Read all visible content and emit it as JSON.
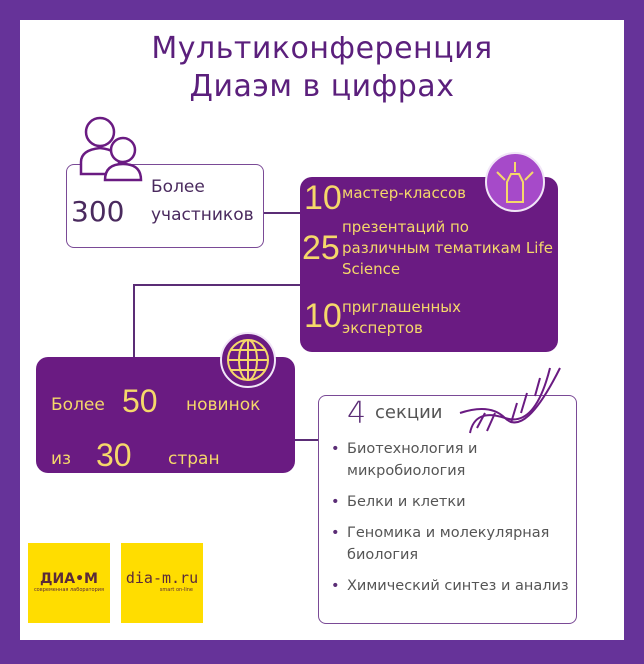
{
  "title": {
    "line1": "Мультиконференция",
    "line2": "Диаэм в цифрах"
  },
  "participants": {
    "number": "300",
    "label_top": "Более",
    "label_bottom": "участников"
  },
  "events": [
    {
      "number": "10",
      "label": "мастер-классов"
    },
    {
      "number": "25",
      "label": "презентаций по различным тематикам Life Science"
    },
    {
      "number": "10",
      "label": "приглашенных экспертов"
    }
  ],
  "novelties": {
    "prefix": "Более",
    "number": "50",
    "suffix": "новинок",
    "prefix2": "из",
    "number2": "30",
    "suffix2": "стран"
  },
  "sections": {
    "number": "4",
    "label": "секции",
    "items": [
      "Биотехнология и микробиология",
      "Белки и клетки",
      "Геномика и молекулярная биология",
      "Химический синтез и анализ"
    ]
  },
  "logos": {
    "diam": "ДИА•М",
    "diam_sub": "современная лаборатория",
    "site": "dia-m.ru",
    "site_sub": "smart on-line"
  },
  "colors": {
    "frame": "#663399",
    "purple": "#6a1b82",
    "yellow": "#f5d86a",
    "logo": "#ffdd00"
  }
}
